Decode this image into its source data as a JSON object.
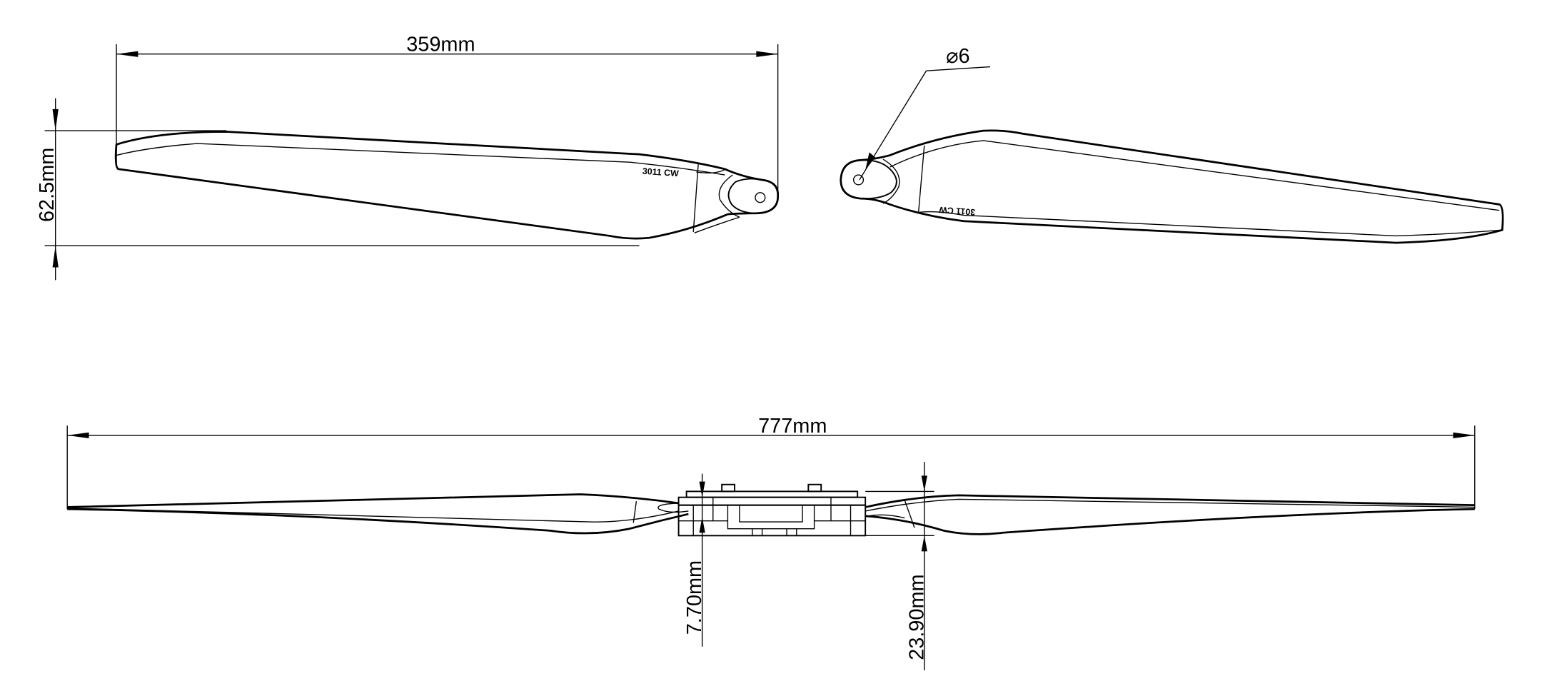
{
  "drawing": {
    "top_view": {
      "length_label": "359mm",
      "width_label": "62.5mm",
      "hole_label": "⌀6",
      "blade_marking": "3011 CW"
    },
    "side_view": {
      "span_label": "777mm",
      "hub_thickness_label": "7.70mm",
      "total_height_label": "23.90mm"
    },
    "color_line": "#000000",
    "color_background": "#ffffff"
  }
}
